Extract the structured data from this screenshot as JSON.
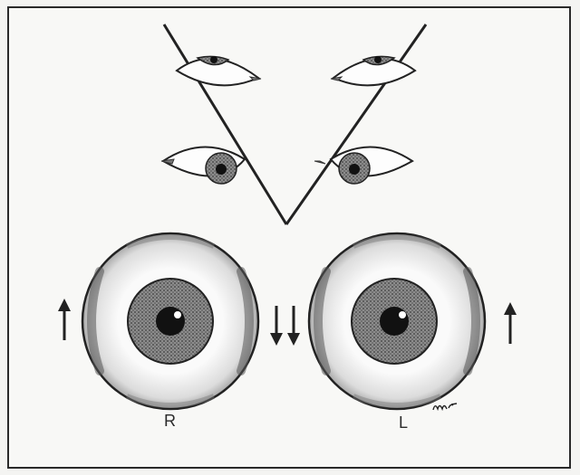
{
  "labels": {
    "right_eye": "R",
    "left_eye": "L"
  },
  "signature_text": "mr",
  "colors": {
    "line": "#222222",
    "background": "#f8f8f6",
    "iris": "#6a6a6a",
    "pupil": "#111111",
    "sclera_shade": "#bdbdbd"
  },
  "icons": [
    "v-pattern-lines",
    "eye-icon",
    "eyeball-icon",
    "arrow-up-icon",
    "arrow-down-icon"
  ]
}
